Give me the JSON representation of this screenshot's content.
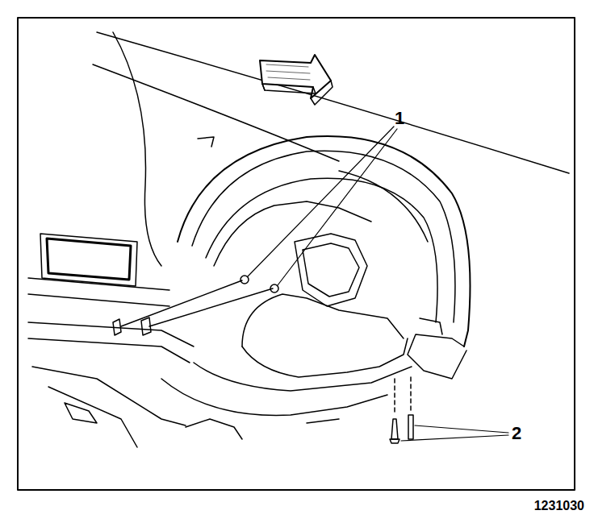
{
  "diagram": {
    "labels": [
      "1",
      "2",
      "1231030"
    ]
  }
}
